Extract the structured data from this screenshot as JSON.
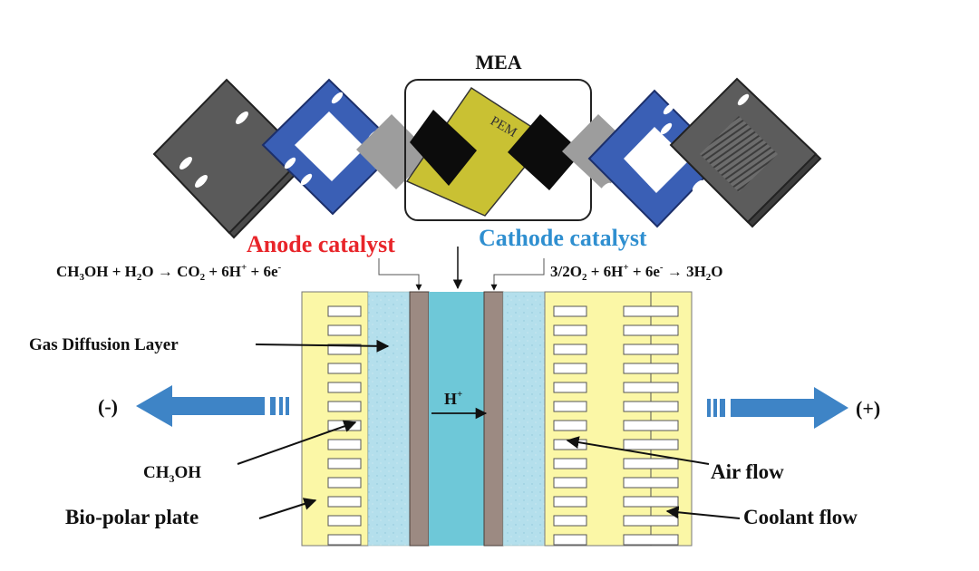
{
  "title": "MEA",
  "pem_label": "PEM",
  "anode_catalyst": "Anode catalyst",
  "cathode_catalyst": "Cathode catalyst",
  "anode_reaction": {
    "p1": "CH",
    "s1": "3",
    "p2": "OH + H",
    "s2": "2",
    "p3": "O  →  CO",
    "s3": "2",
    "p4": " + 6H",
    "sup1": "+",
    "p5": " + 6e",
    "sup2": "-"
  },
  "cathode_reaction": {
    "p1": "3/2O",
    "s1": "2",
    "p2": " + 6H",
    "sup1": "+",
    "p3": " + 6e",
    "sup2": "-",
    "p4": "  →  3H",
    "s2": "2",
    "p5": "O"
  },
  "proton": {
    "base": "H",
    "sup": "+"
  },
  "labels": {
    "gas_diffusion_layer": "Gas Diffusion Layer",
    "ch3oh": {
      "p1": "CH",
      "s1": "3",
      "p2": "OH"
    },
    "bipolar_plate": "Bio-polar plate",
    "air_flow": "Air flow",
    "coolant_flow": "Coolant flow"
  },
  "terminals": {
    "negative": "(-)",
    "positive": "(+)"
  },
  "colors": {
    "plate": "#fbf7a6",
    "gdl": "#b4dfec",
    "membrane": "#6ec8d8",
    "catalyst": "#9c8a82",
    "blue_frame": "#3a5fb5",
    "gray_block": "#555555",
    "pem": "#c9c133",
    "arrow_blue": "#3e84c6"
  }
}
